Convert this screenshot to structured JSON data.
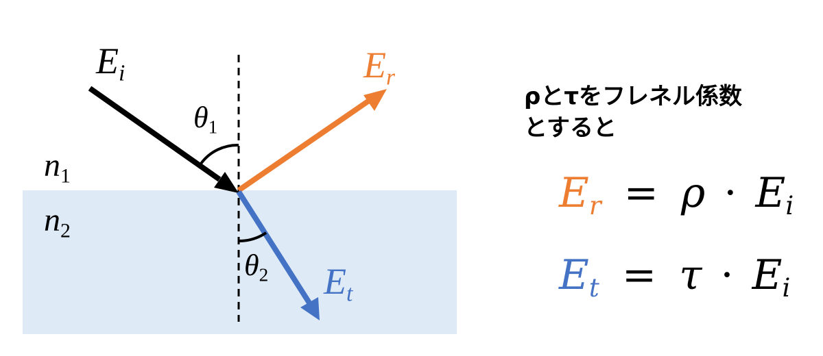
{
  "labels": {
    "e_incident": {
      "base": "E",
      "sub": "i"
    },
    "e_reflected": {
      "base": "E",
      "sub": "r"
    },
    "e_transmitted": {
      "base": "E",
      "sub": "t"
    },
    "theta1": {
      "base": "θ",
      "sub": "1"
    },
    "theta2": {
      "base": "θ",
      "sub": "2"
    },
    "n1": {
      "base": "n",
      "sub": "1"
    },
    "n2": {
      "base": "n",
      "sub": "2"
    }
  },
  "caption": {
    "line1": "ρとτをフレネル係数",
    "line2": "とすると"
  },
  "equations": {
    "reflect": {
      "lhs_base": "E",
      "lhs_sub": "r",
      "op": "=",
      "coef": "ρ",
      "dot": "·",
      "rhs_base": "E",
      "rhs_sub": "i"
    },
    "transmit": {
      "lhs_base": "E",
      "lhs_sub": "t",
      "op": "=",
      "coef": "τ",
      "dot": "·",
      "rhs_base": "E",
      "rhs_sub": "i"
    }
  },
  "colors": {
    "incident": "#000000",
    "reflected": "#ED7D31",
    "transmitted": "#4472C4",
    "medium2": "#DEEAF6",
    "text": "#000000"
  }
}
